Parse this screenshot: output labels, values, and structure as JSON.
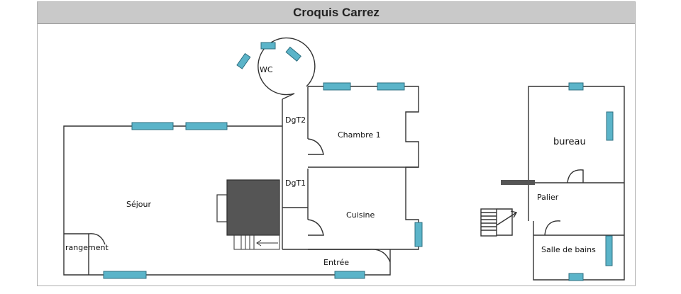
{
  "title": "Croquis Carrez",
  "rooms": {
    "wc": "WC",
    "dgt2": "DgT2",
    "chambre1": "Chambre 1",
    "dgt1": "DgT1",
    "sejour": "Séjour",
    "cuisine": "Cuisine",
    "rangement": "rangement",
    "entree": "Entrée",
    "bureau": "bureau",
    "palier": "Palier",
    "salle_de_bains": "Salle de bains"
  },
  "colors": {
    "window": "#5bb4c9",
    "wall": "#333333",
    "stair_block": "#555555"
  }
}
